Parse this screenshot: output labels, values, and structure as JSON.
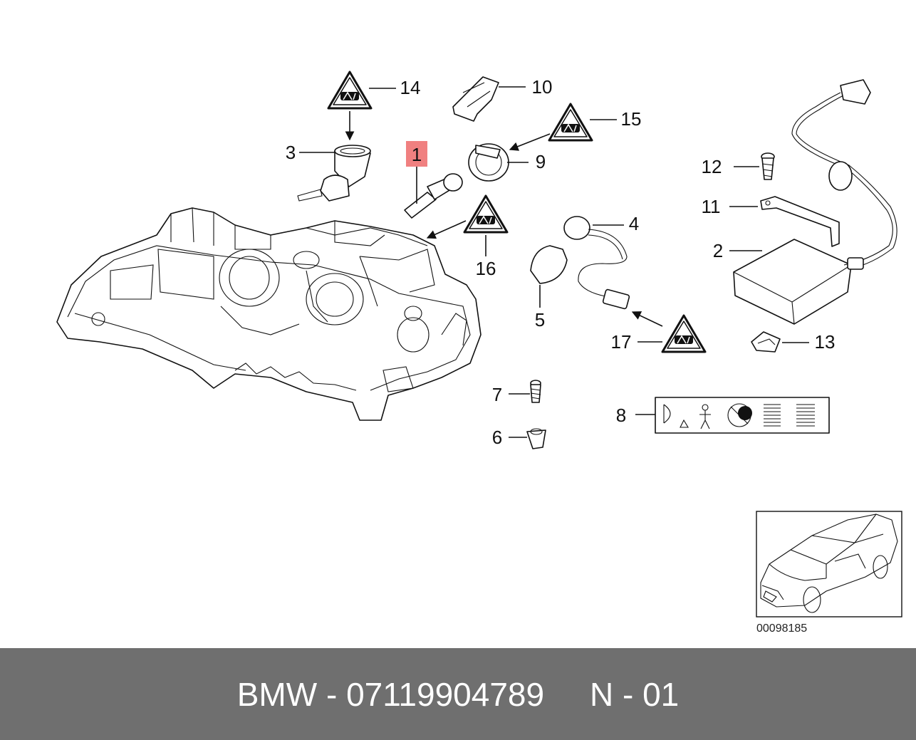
{
  "callouts": [
    {
      "id": "1",
      "label": "1",
      "highlight": true
    },
    {
      "id": "2",
      "label": "2"
    },
    {
      "id": "3",
      "label": "3"
    },
    {
      "id": "4",
      "label": "4"
    },
    {
      "id": "5",
      "label": "5"
    },
    {
      "id": "6",
      "label": "6"
    },
    {
      "id": "7",
      "label": "7"
    },
    {
      "id": "8",
      "label": "8"
    },
    {
      "id": "9",
      "label": "9"
    },
    {
      "id": "10",
      "label": "10"
    },
    {
      "id": "11",
      "label": "11"
    },
    {
      "id": "12",
      "label": "12"
    },
    {
      "id": "13",
      "label": "13"
    },
    {
      "id": "14",
      "label": "14"
    },
    {
      "id": "15",
      "label": "15"
    },
    {
      "id": "16",
      "label": "16"
    },
    {
      "id": "17",
      "label": "17"
    }
  ],
  "reference_number": "00098185",
  "footer": {
    "brand": "BMW",
    "separator": " - ",
    "part_number": "07119904789",
    "gap": "     ",
    "position": "N - 01"
  },
  "colors": {
    "highlight": "#f08080",
    "footer_bg": "#6f6f6f",
    "footer_text": "#ffffff",
    "line": "#111111"
  }
}
